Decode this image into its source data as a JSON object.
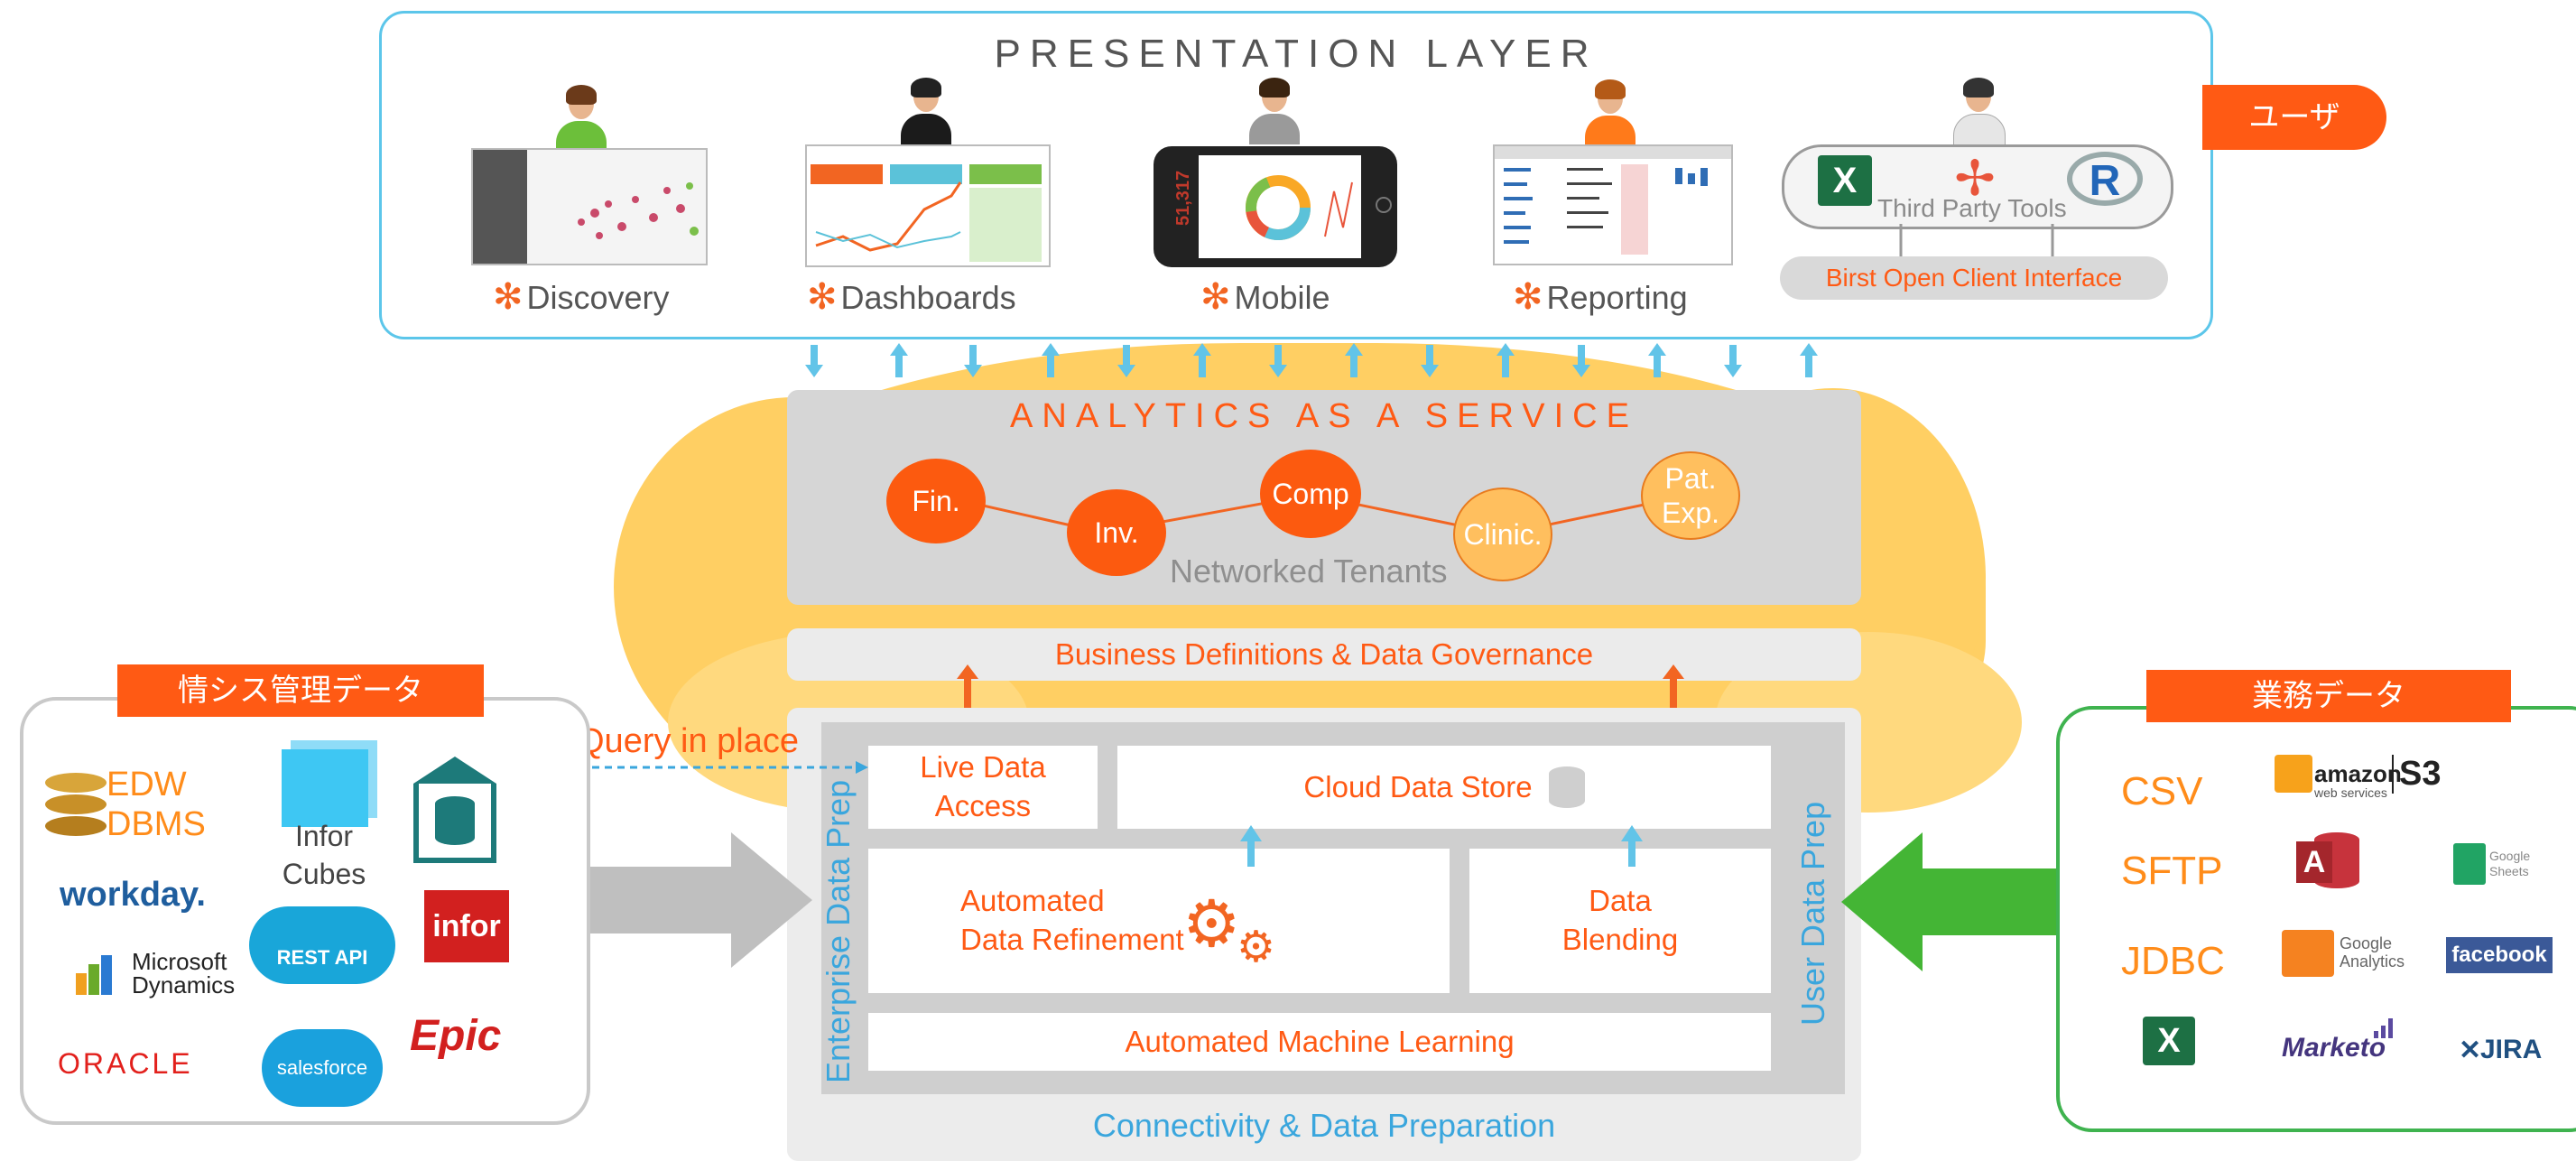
{
  "presentation": {
    "title": "PRESENTATION LAYER",
    "apps": [
      {
        "label": "Discovery"
      },
      {
        "label": "Dashboards"
      },
      {
        "label": "Mobile"
      },
      {
        "label": "Reporting"
      }
    ],
    "third_party_label": "Third Party Tools",
    "open_client_label": "Birst Open Client Interface",
    "mobile_value": "51,317"
  },
  "user_tag": "ユーザ",
  "aaas": {
    "title": "ANALYTICS AS A SERVICE",
    "tenants": [
      "Fin.",
      "Inv.",
      "Comp",
      "Clinic.",
      "Pat.\nExp."
    ],
    "networked_label": "Networked Tenants"
  },
  "business_definitions": "Business Definitions & Data Governance",
  "connectivity": {
    "live_data_access": "Live Data\nAccess",
    "cloud_data_store": "Cloud Data Store",
    "automated_refinement": "Automated\nData Refinement",
    "data_blending": "Data\nBlending",
    "ml_automated": "Automated",
    "ml_rest": " Machine Learning",
    "enterprise_prep": "Enterprise Data Prep",
    "user_prep": "User Data Prep",
    "label": "Connectivity & Data Preparation"
  },
  "query_in_place": "Query in place",
  "left_sources": {
    "tag": "情シス管理データ",
    "edw": "EDW",
    "dbms": "DBMS",
    "infor_cubes": "Infor\nCubes",
    "workday": "workday.",
    "microsoft": "Microsoft",
    "dynamics": "Dynamics",
    "rest_api": "REST API",
    "infor": "infor",
    "oracle": "ORACLE",
    "salesforce": "salesforce",
    "epic": "Epic"
  },
  "right_sources": {
    "tag": "業務データ",
    "csv": "CSV",
    "sftp": "SFTP",
    "jdbc": "JDBC",
    "amazon": "amazon",
    "amazon_sub": "web services",
    "s3": "S3",
    "google_sheets": "Google\nSheets",
    "google_analytics": "Google\nAnalytics",
    "facebook": "facebook",
    "marketo": "Marketo",
    "jira": "JIRA"
  },
  "colors": {
    "orange": "#ff5a14",
    "blue": "#3aa6dd",
    "green": "#3fb34f",
    "cloud": "#ffcf63"
  }
}
